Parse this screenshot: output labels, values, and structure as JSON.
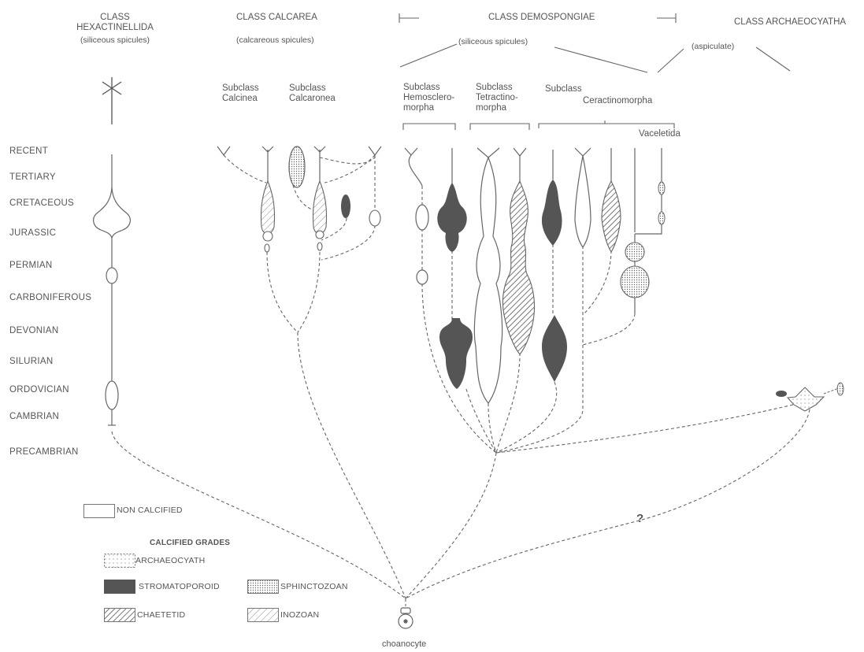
{
  "classes": {
    "hexactinellida": "CLASS\nHEXACTINELLIDA",
    "hexactinellida_note": "(siliceous spicules)",
    "calcarea": "CLASS CALCAREA",
    "calcarea_note": "(calcareous spicules)",
    "demospongiae": "CLASS DEMOSPONGIAE",
    "demospongiae_note": "(siliceous spicules)",
    "archaeocyatha": "CLASS ARCHAEOCYATHA",
    "archaeocyatha_note": "(aspiculate)"
  },
  "subclasses": {
    "calcinea": "Subclass\nCalcinea",
    "calcaronea": "Subclass\nCalcaronea",
    "hemosclero": "Subclass\nHemosclero-\nmorpha",
    "tetractino": "Subclass\nTetractino-\nmorpha",
    "ceractino_a": "Subclass",
    "ceractino_b": "Ceractinomorpha",
    "vaceletida": "Vaceletida"
  },
  "periods": [
    "RECENT",
    "TERTIARY",
    "CRETACEOUS",
    "JURASSIC",
    "PERMIAN",
    "CARBONIFEROUS",
    "DEVONIAN",
    "SILURIAN",
    "ORDOVICIAN",
    "CAMBRIAN",
    "PRECAMBRIAN"
  ],
  "legend": {
    "non_calcified": "NON CALCIFIED",
    "calcified_title": "CALCIFIED GRADES",
    "archaeocyath": "ARCHAEOCYATH",
    "stromatoporoid": "STROMATOPOROID",
    "sphinctozoan": "SPHINCTOZOAN",
    "chaetetid": "CHAETETID",
    "inozoan": "INOZOAN"
  },
  "question_mark": "?",
  "root_label": "choanocyte",
  "colors": {
    "line": "#666666",
    "dark": "#555555",
    "background": "#ffffff"
  }
}
